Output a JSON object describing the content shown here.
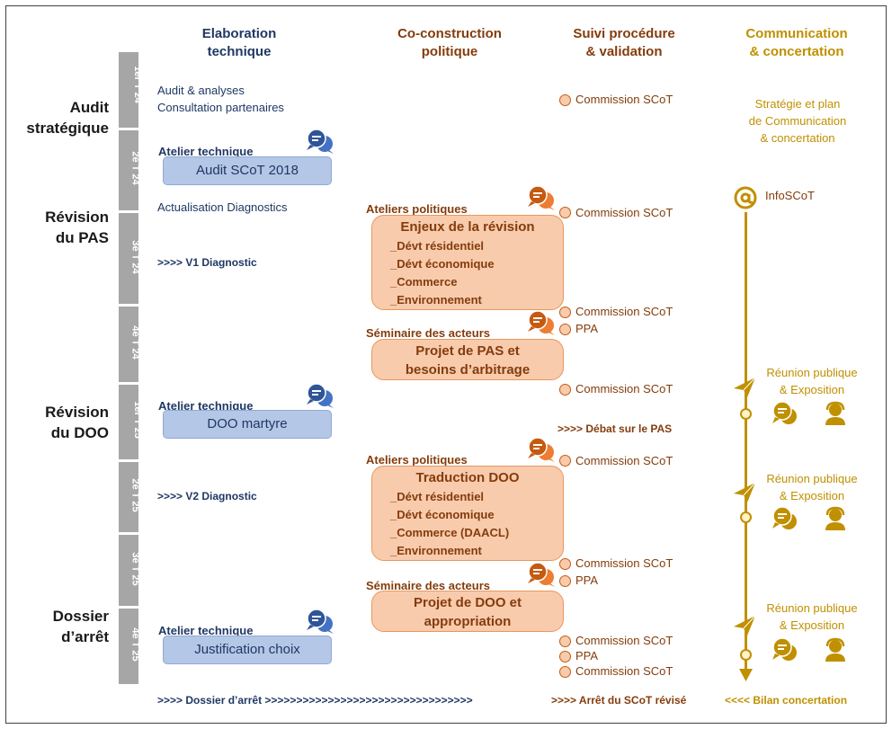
{
  "columns": {
    "elab": "Elaboration\ntechnique",
    "cocon": "Co-construction\npolitique",
    "suivi": "Suivi procédure\n& validation",
    "comm": "Communication\n& concertation"
  },
  "phases": {
    "audit": "Audit\nstratégique",
    "pas": "Révision\ndu PAS",
    "doo": "Révision\ndu DOO",
    "dossier": "Dossier\nd’arrêt"
  },
  "quarters": [
    "1er T 24",
    "2e T 24",
    "3e T 24",
    "4e T 24",
    "1er T 25",
    "2e T 25",
    "3e T 25",
    "4e T 25"
  ],
  "elab": {
    "audit_analyses": "Audit & analyses",
    "consultation": "Consultation partenaires",
    "atelier1": "Atelier technique",
    "box1": "Audit SCoT 2018",
    "actualisation": "Actualisation Diagnostics",
    "v1": ">>>> V1 Diagnostic",
    "atelier2": "Atelier technique",
    "box2": "DOO martyre",
    "v2": ">>>> V2 Diagnostic",
    "atelier3": "Atelier technique",
    "box3": "Justification choix",
    "dossier": ">>>> Dossier d’arrêt >>>>>>>>>>>>>>>>>>>>>>>>>>>>>>>>>"
  },
  "cocon": {
    "ateliers1": "Ateliers politiques",
    "box1_title": "Enjeux de la révision",
    "box1_items": [
      "_Dévt résidentiel",
      "_Dévt économique",
      "_Commerce",
      "_Environnement"
    ],
    "seminaire1": "Séminaire des acteurs",
    "box2": "Projet de PAS et\nbesoins d’arbitrage",
    "debat": ">>>> Débat sur le PAS",
    "ateliers2": "Ateliers politiques",
    "box3_title": "Traduction DOO",
    "box3_items": [
      "_Dévt résidentiel",
      "_Dévt économique",
      "_Commerce (DAACL)",
      "_Environnement"
    ],
    "seminaire2": "Séminaire des acteurs",
    "box4": "Projet de DOO et\nappropriation"
  },
  "suivi": {
    "c1": "Commission SCoT",
    "c2": "Commission SCoT",
    "c3": "Commission SCoT",
    "ppa1": "PPA",
    "c4": "Commission SCoT",
    "c5": "Commission SCoT",
    "c6": "Commission SCoT",
    "ppa2": "PPA",
    "c7": "Commission SCoT",
    "ppa3": "PPA",
    "c8": "Commission SCoT",
    "arret": ">>>> Arrêt du SCoT révisé"
  },
  "comm": {
    "strategie": "Stratégie et plan\nde Communication\n& concertation",
    "infoscot": "InfoSCoT",
    "reunion1": "Réunion publique\n& Exposition",
    "reunion2": "Réunion publique\n& Exposition",
    "reunion3": "Réunion publique\n& Exposition",
    "bilan": "<<<< Bilan concertation"
  },
  "colors": {
    "blue": "#1f3864",
    "brown": "#843c0c",
    "gold": "#c09000",
    "orange_fill": "#f8cbad",
    "blue_fill": "#b4c7e7",
    "grey_bar": "#a6a6a6"
  },
  "icons": [
    "chat-bubbles-icon",
    "at-sign-icon",
    "paper-plane-icon",
    "discussion-icon",
    "person-headset-icon",
    "arrow-down-icon"
  ]
}
